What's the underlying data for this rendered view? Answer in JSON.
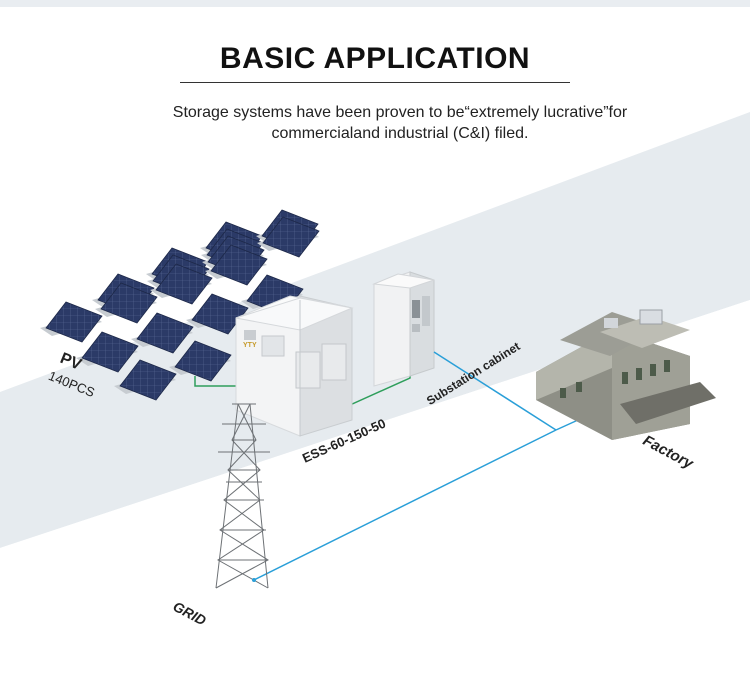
{
  "header": {
    "title": "BASIC APPLICATION",
    "subtitle_line1": "Storage systems have been proven to be“extremely lucrative”for",
    "subtitle_line2": "commercialand industrial (C&I) filed."
  },
  "diagram": {
    "pv_label": "PV",
    "pv_count": "140PCS",
    "ess_label": "ESS-60-150-50",
    "substation_label": "Substation cabinet",
    "factory_label": "Factory",
    "grid_label": "GRID",
    "cabinet_logo": "YTY"
  },
  "colors": {
    "band": "#e6ebef",
    "panel": "#2b3a67",
    "green_wire": "#2e9e5b",
    "blue_wire": "#2a9fd8",
    "cabinet": "#eef0f1"
  }
}
